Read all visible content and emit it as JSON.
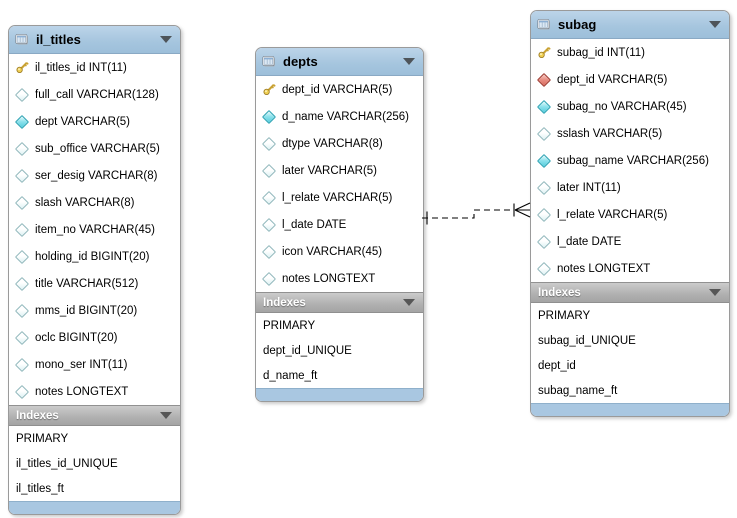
{
  "diagram": {
    "type": "eer-diagram",
    "tables": [
      {
        "name": "il_titles",
        "indexes_label": "Indexes",
        "columns": [
          {
            "icon": "key",
            "text": "il_titles_id INT(11)"
          },
          {
            "icon": "diamond-outline",
            "text": "full_call VARCHAR(128)"
          },
          {
            "icon": "diamond-filled",
            "text": "dept VARCHAR(5)"
          },
          {
            "icon": "diamond-outline",
            "text": "sub_office VARCHAR(5)"
          },
          {
            "icon": "diamond-outline",
            "text": "ser_desig VARCHAR(8)"
          },
          {
            "icon": "diamond-outline",
            "text": "slash VARCHAR(8)"
          },
          {
            "icon": "diamond-outline",
            "text": "item_no VARCHAR(45)"
          },
          {
            "icon": "diamond-outline",
            "text": "holding_id BIGINT(20)"
          },
          {
            "icon": "diamond-outline",
            "text": "title VARCHAR(512)"
          },
          {
            "icon": "diamond-outline",
            "text": "mms_id BIGINT(20)"
          },
          {
            "icon": "diamond-outline",
            "text": "oclc BIGINT(20)"
          },
          {
            "icon": "diamond-outline",
            "text": "mono_ser INT(11)"
          },
          {
            "icon": "diamond-outline",
            "text": "notes LONGTEXT"
          }
        ],
        "indexes": [
          "PRIMARY",
          "il_titles_id_UNIQUE",
          "il_titles_ft"
        ]
      },
      {
        "name": "depts",
        "indexes_label": "Indexes",
        "columns": [
          {
            "icon": "key",
            "text": "dept_id VARCHAR(5)"
          },
          {
            "icon": "diamond-filled",
            "text": "d_name VARCHAR(256)"
          },
          {
            "icon": "diamond-outline",
            "text": "dtype VARCHAR(8)"
          },
          {
            "icon": "diamond-outline",
            "text": "later VARCHAR(5)"
          },
          {
            "icon": "diamond-outline",
            "text": "l_relate VARCHAR(5)"
          },
          {
            "icon": "diamond-outline",
            "text": "l_date DATE"
          },
          {
            "icon": "diamond-outline",
            "text": "icon VARCHAR(45)"
          },
          {
            "icon": "diamond-outline",
            "text": "notes LONGTEXT"
          }
        ],
        "indexes": [
          "PRIMARY",
          "dept_id_UNIQUE",
          "d_name_ft"
        ]
      },
      {
        "name": "subag",
        "indexes_label": "Indexes",
        "columns": [
          {
            "icon": "key",
            "text": "subag_id INT(11)"
          },
          {
            "icon": "diamond-fk",
            "text": "dept_id VARCHAR(5)"
          },
          {
            "icon": "diamond-filled",
            "text": "subag_no VARCHAR(45)"
          },
          {
            "icon": "diamond-outline",
            "text": "sslash VARCHAR(5)"
          },
          {
            "icon": "diamond-filled",
            "text": "subag_name VARCHAR(256)"
          },
          {
            "icon": "diamond-outline",
            "text": "later INT(11)"
          },
          {
            "icon": "diamond-outline",
            "text": "l_relate VARCHAR(5)"
          },
          {
            "icon": "diamond-outline",
            "text": "l_date DATE"
          },
          {
            "icon": "diamond-outline",
            "text": "notes LONGTEXT"
          }
        ],
        "indexes": [
          "PRIMARY",
          "subag_id_UNIQUE",
          "dept_id",
          "subag_name_ft"
        ]
      }
    ],
    "relationship": {
      "source_table": "depts",
      "target_table": "subag",
      "source_cardinality": "one",
      "target_cardinality": "many",
      "line_style": "dashed"
    },
    "colors": {
      "header_blue": "#a5c5de",
      "indexes_gray": "#b0b0b0",
      "footer_blue": "#a9c7e1",
      "key_yellow": "#f0d054",
      "diamond_cyan": "#54ccdc",
      "diamond_red": "#da6b5e"
    }
  }
}
